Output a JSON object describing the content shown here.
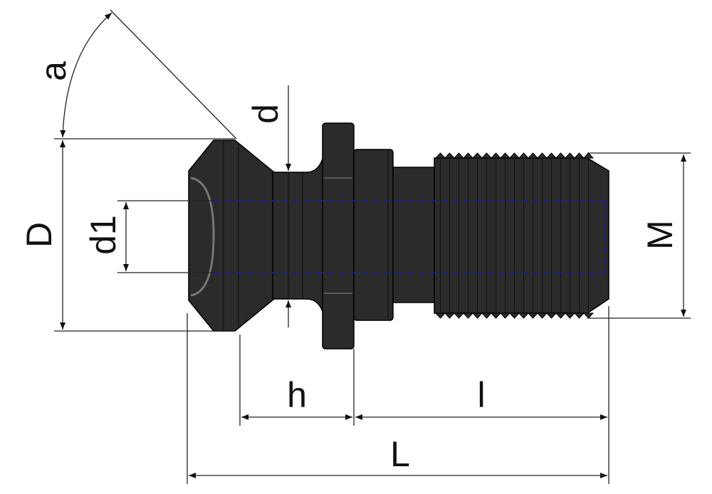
{
  "title": "Pull stud dimension drawing",
  "labels": {
    "angle": "a",
    "neck_diameter": "d",
    "head_diameter": "D",
    "bore_diameter": "d1",
    "thread": "M",
    "head_to_collar": "h",
    "thread_length": "l",
    "total_length": "L"
  },
  "colors": {
    "body": "#2b2b2b",
    "hidden_line": "#1a1aa8",
    "dimension": "#222222"
  }
}
